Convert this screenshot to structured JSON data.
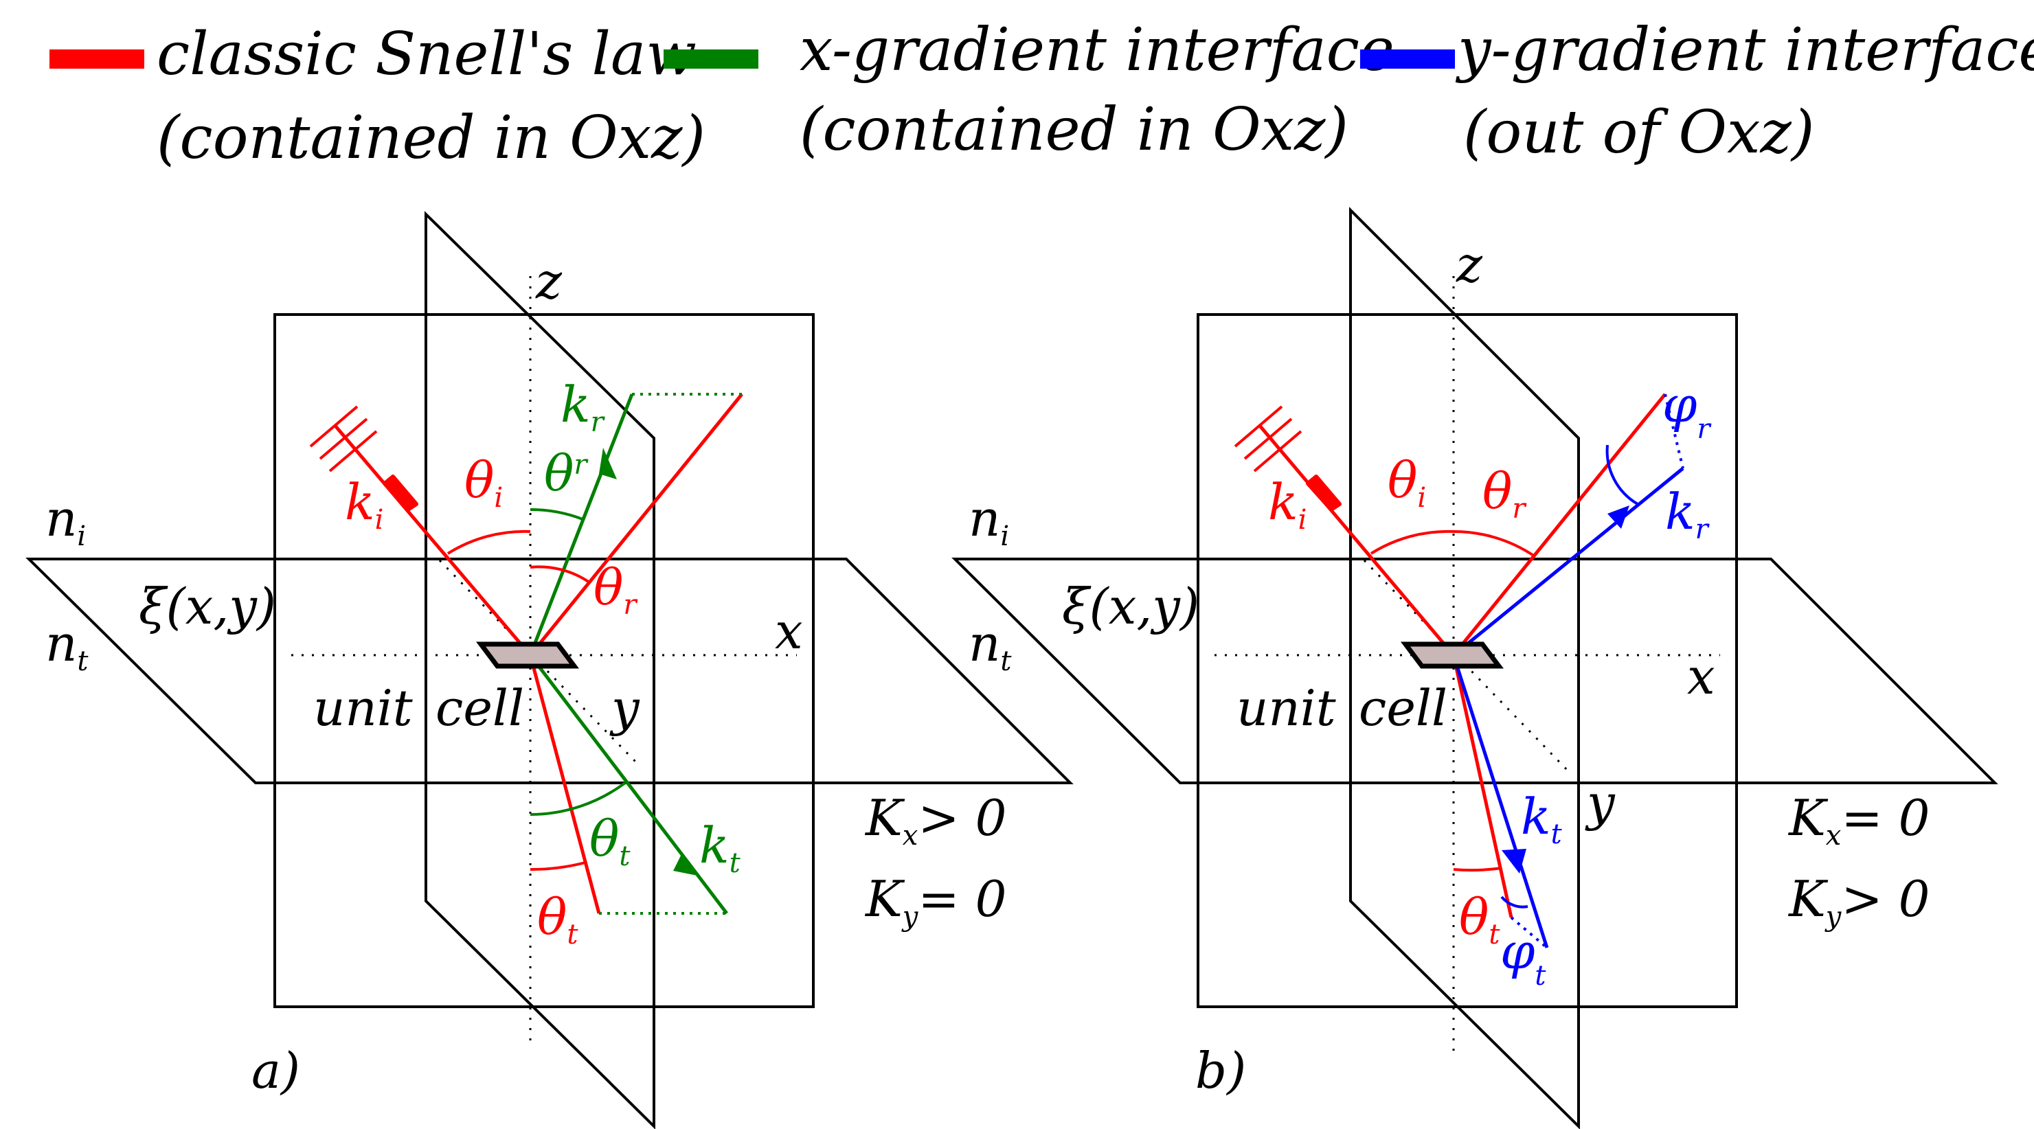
{
  "colors": {
    "red": "#ff0000",
    "green": "#008000",
    "blue": "#0000ff",
    "black": "#000000",
    "cell_fill": "#c9b6b6"
  },
  "legend": [
    {
      "color": "#ff0000",
      "line1": "classic Snell's law",
      "line2": "(contained in Oxz)"
    },
    {
      "color": "#008000",
      "line1": "x-gradient interface",
      "line2": "(contained in Oxz)"
    },
    {
      "color": "#0000ff",
      "line1": "y-gradient interface",
      "line2": "(out of Oxz)"
    }
  ],
  "panels": {
    "a": {
      "label": "a)",
      "axis_z": "z",
      "axis_x": "x",
      "axis_y": "y",
      "n_i": "n",
      "n_i_sub": "i",
      "n_t": "n",
      "n_t_sub": "t",
      "surface": "ξ(x,y)",
      "cell_word1": "unit",
      "cell_word2": "cell",
      "k_i": "k",
      "k_i_sub": "i",
      "k_r": "k",
      "k_r_sub": "r",
      "k_t": "k",
      "k_t_sub": "t",
      "theta": "θ",
      "sub_i": "i",
      "sub_r": "r",
      "sub_t": "t",
      "cond1_K": "K",
      "cond1_sub": "x",
      "cond1_rel": "> 0",
      "cond2_K": "K",
      "cond2_sub": "y",
      "cond2_rel": "= 0"
    },
    "b": {
      "label": "b)",
      "axis_z": "z",
      "axis_x": "x",
      "axis_y": "y",
      "n_i": "n",
      "n_i_sub": "i",
      "n_t": "n",
      "n_t_sub": "t",
      "surface": "ξ(x,y)",
      "cell_word1": "unit",
      "cell_word2": "cell",
      "k_i": "k",
      "k_i_sub": "i",
      "k_r": "k",
      "k_r_sub": "r",
      "k_t": "k",
      "k_t_sub": "t",
      "theta": "θ",
      "phi": "φ",
      "sub_i": "i",
      "sub_r": "r",
      "sub_t": "t",
      "cond1_K": "K",
      "cond1_sub": "x",
      "cond1_rel": "= 0",
      "cond2_K": "K",
      "cond2_sub": "y",
      "cond2_rel": "> 0"
    }
  }
}
